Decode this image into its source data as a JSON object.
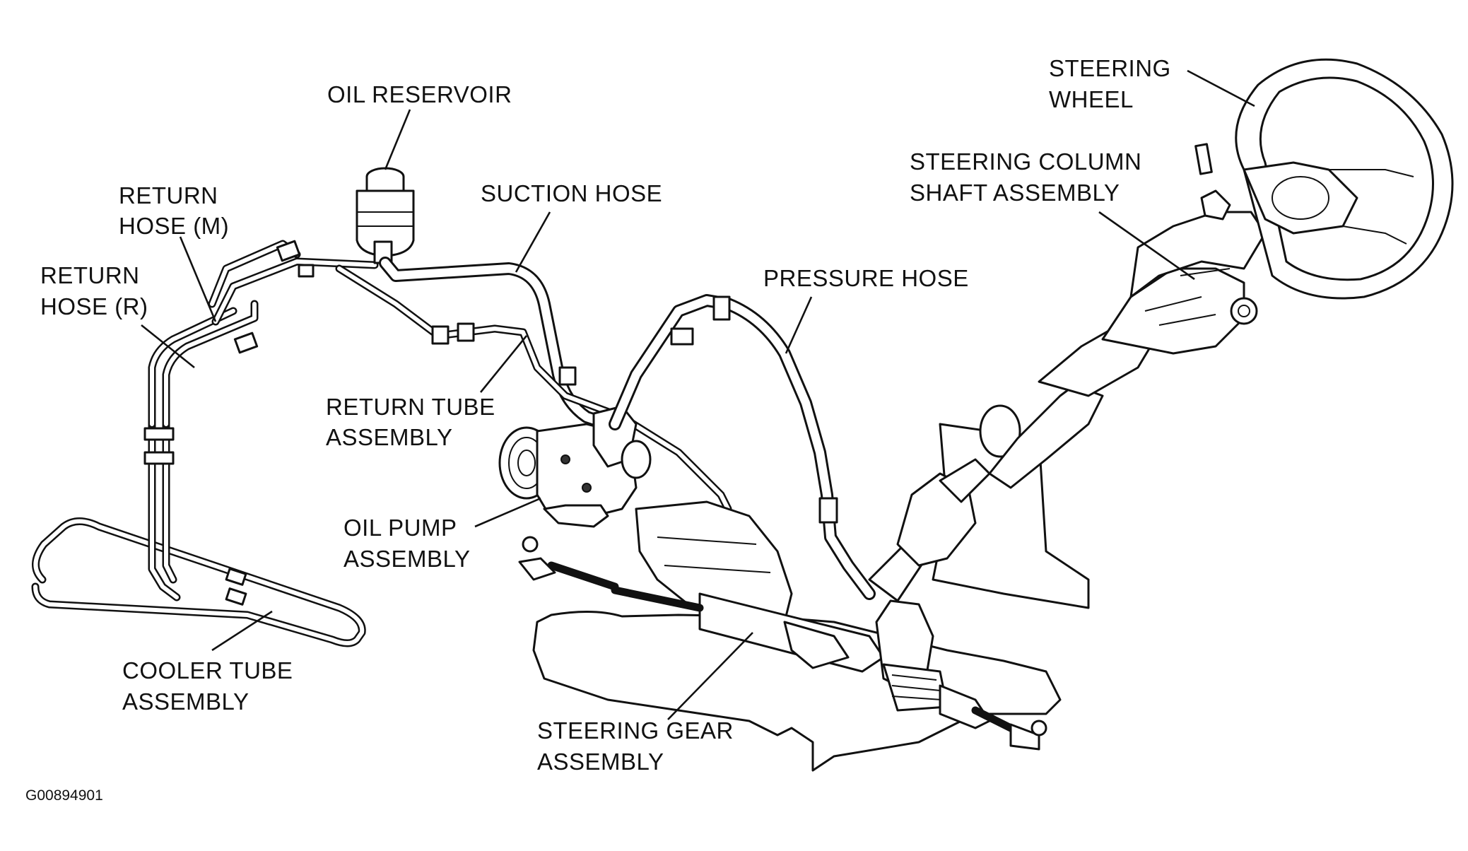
{
  "figure_id": "G00894901",
  "labels": {
    "oil_reservoir": "OIL RESERVOIR",
    "return_hose_m": [
      "RETURN",
      "HOSE (M)"
    ],
    "return_hose_r": [
      "RETURN",
      "HOSE (R)"
    ],
    "suction_hose": "SUCTION HOSE",
    "pressure_hose": "PRESSURE HOSE",
    "return_tube_assembly": [
      "RETURN TUBE",
      "ASSEMBLY"
    ],
    "oil_pump_assembly": [
      "OIL PUMP",
      "ASSEMBLY"
    ],
    "cooler_tube_assembly": [
      "COOLER TUBE",
      "ASSEMBLY"
    ],
    "steering_gear_assembly": [
      "STEERING GEAR",
      "ASSEMBLY"
    ],
    "steering_wheel": [
      "STEERING",
      "WHEEL"
    ],
    "steering_column_shaft_assembly": [
      "STEERING COLUMN",
      "SHAFT ASSEMBLY"
    ]
  }
}
